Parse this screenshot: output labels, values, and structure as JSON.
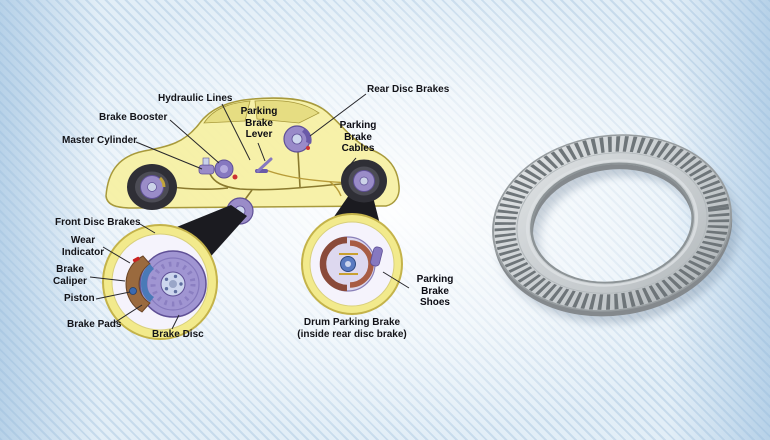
{
  "colors": {
    "background_stripe": "#c7dbec",
    "background_base": "#e2eef7",
    "car_body_yellow": "#f6f0a2",
    "brake_component_purple": "#9a8cc8",
    "inset_circle_yellow": "#f2ea8c",
    "caliper_brown": "#9a6a3e",
    "brake_pad_blue": "#4a7ab8",
    "wear_indicator_red": "#cc2222",
    "ring_silver": "#c6cbce",
    "ring_slot_gray": "#6e7579",
    "label_text": "#131318"
  },
  "diagram": {
    "labels": [
      {
        "id": "hydraulic-lines",
        "text": "Hydraulic Lines",
        "emphasis": false
      },
      {
        "id": "brake-booster",
        "text": "Brake Booster",
        "emphasis": false
      },
      {
        "id": "master-cylinder",
        "text": "Master Cylinder",
        "emphasis": false
      },
      {
        "id": "parking-brake-lever",
        "text": "Parking\nBrake\nLever",
        "emphasis": true
      },
      {
        "id": "rear-disc-brakes",
        "text": "Rear Disc Brakes",
        "emphasis": false
      },
      {
        "id": "parking-brake-cables",
        "text": "Parking\nBrake\nCables",
        "emphasis": true
      },
      {
        "id": "front-disc-brakes",
        "text": "Front Disc Brakes",
        "emphasis": false
      },
      {
        "id": "wear-indicator",
        "text": "Wear\nIndicator",
        "emphasis": false
      },
      {
        "id": "brake-caliper",
        "text": "Brake\nCaliper",
        "emphasis": false
      },
      {
        "id": "piston",
        "text": "Piston",
        "emphasis": false
      },
      {
        "id": "brake-pads",
        "text": "Brake Pads",
        "emphasis": false
      },
      {
        "id": "brake-disc",
        "text": "Brake Disc",
        "emphasis": false
      },
      {
        "id": "parking-brake-shoes",
        "text": "Parking\nBrake\nShoes",
        "emphasis": true
      },
      {
        "id": "drum-parking-brake-caption",
        "text": "Drum Parking Brake\n(inside rear disc brake)",
        "emphasis": false
      }
    ]
  },
  "photo": {
    "subject": "abs-reluctor-ring"
  }
}
